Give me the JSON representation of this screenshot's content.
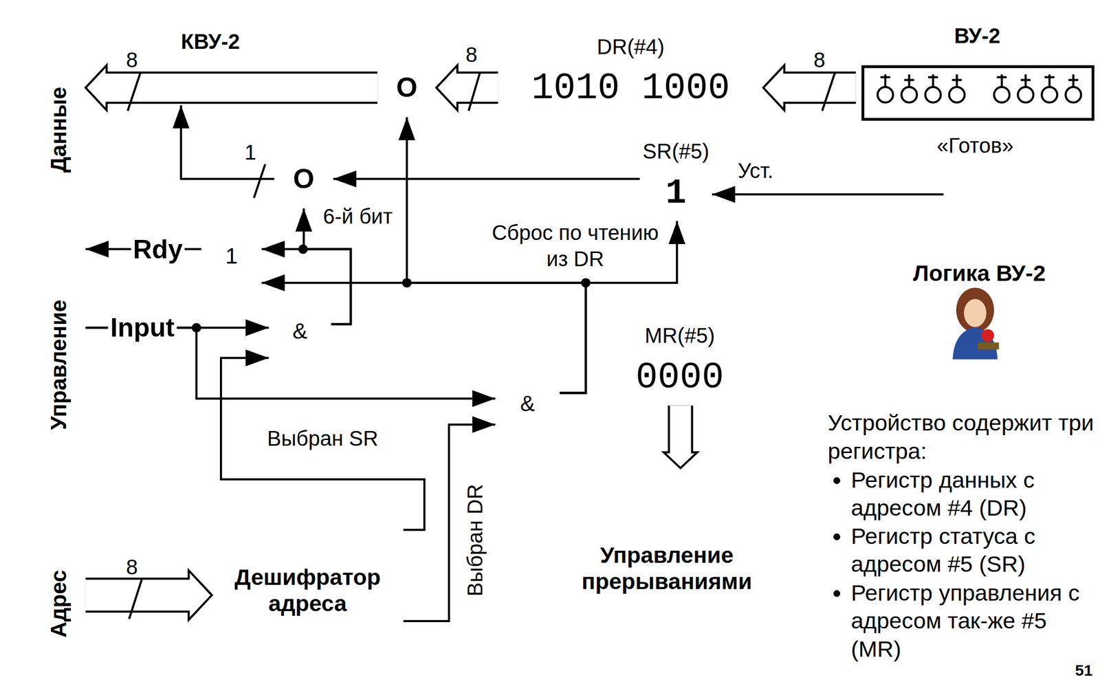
{
  "diagram": {
    "nodes": [
      {
        "text": [
          "Данные",
          "Управление",
          "Адрес"
        ]
      },
      {
        "text": [
          "КВУ-2"
        ]
      },
      {
        "text": [
          "O"
        ],
        "in": 1
      },
      {
        "text": [
          "DR(#4)",
          "1010 1000"
        ],
        "in": 1
      },
      {
        "text": [
          "O"
        ],
        "in": 1
      },
      {
        "text": [
          "SR(#5)",
          "1"
        ],
        "in": 1
      },
      {
        "text": [
          "1"
        ],
        "in": 1
      },
      {
        "text": [
          "&"
        ],
        "in": 1
      },
      {
        "text": [
          "&"
        ],
        "in": 1
      },
      {
        "text": [
          "MR(#5)",
          "0000"
        ],
        "in": 1
      },
      {
        "text": [
          "Дешифратор адреса"
        ],
        "in": 1
      },
      {
        "text": [
          "Управление прерываниями"
        ],
        "in": 1
      },
      {
        "text": [
          "ВУ-2"
        ]
      },
      {
        "text": [
          "«Готов»"
        ],
        "in": 12
      },
      {
        "text": [
          "Логика ВУ-2"
        ],
        "in": 12
      }
    ],
    "edges": [
      {
        "from": 3,
        "to": 2,
        "arrow": "to"
      },
      {
        "from": 2,
        "to": 0,
        "arrow": "to"
      },
      {
        "from": 12,
        "to": 3,
        "arrow": "to"
      },
      {
        "from": 13,
        "to": 5,
        "label": "Уст.",
        "arrow": "to"
      },
      {
        "from": 5,
        "to": 4,
        "arrow": "to"
      },
      {
        "from": 4,
        "to": 0,
        "arrow": "to"
      },
      {
        "from": 7,
        "to": 4,
        "arrow": "to"
      },
      {
        "from": 7,
        "to": 6,
        "arrow": "to"
      },
      {
        "from": 8,
        "to": 5,
        "arrow": "to"
      },
      {
        "from": 8,
        "to": 6,
        "arrow": "to"
      },
      {
        "from": 8,
        "to": 2,
        "arrow": "to"
      },
      {
        "from": 6,
        "to": 0,
        "arrow": "to"
      },
      {
        "from": 0,
        "to": 7,
        "arrow": "to"
      },
      {
        "from": 0,
        "to": 8,
        "arrow": "to"
      },
      {
        "from": 10,
        "to": 7,
        "arrow": "to"
      },
      {
        "from": 10,
        "to": 8,
        "arrow": "to"
      },
      {
        "from": 0,
        "to": 10,
        "arrow": "to"
      },
      {
        "from": 9,
        "to": 11,
        "arrow": "to"
      }
    ],
    "labels": [
      "8",
      "8",
      "8",
      "1",
      "6-й бит",
      "Сброс по чтению из DR",
      "Rdy",
      "Input",
      "Выбран SR",
      "Выбран DR",
      "8",
      "Устройство содержит три регистра:",
      "Регистр данных с адресом #4 (DR)",
      "Регистр статуса с адресом #5 (SR)",
      "Регистр управления с адресом так-же #5 (MR)",
      "51"
    ]
  }
}
